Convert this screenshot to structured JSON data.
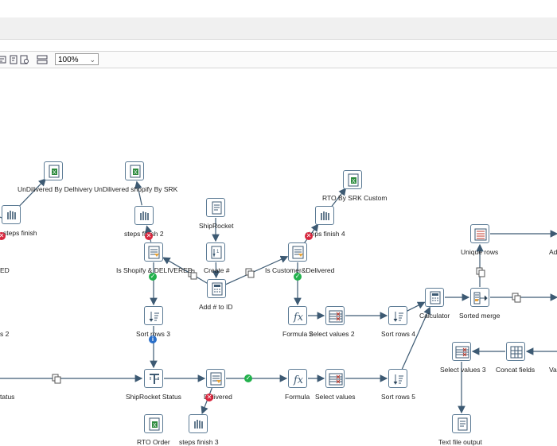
{
  "toolbar": {
    "zoom_value": "100%"
  },
  "steps": [
    {
      "id": "undelivered-delhivery",
      "label": "UnDilivered  By Delhivery",
      "icon": "excel-output-icon"
    },
    {
      "id": "undelivered-shopify-srk",
      "label": "UnDilivered shopify By SRK",
      "icon": "excel-output-icon"
    },
    {
      "id": "steps-finish-left",
      "label": "steps finish",
      "icon": "blocking-step-icon"
    },
    {
      "id": "steps-finish-2",
      "label": "steps finish 2",
      "icon": "blocking-step-icon"
    },
    {
      "id": "shiprocket",
      "label": "ShipRocket",
      "icon": "file-input-icon"
    },
    {
      "id": "rto-srk-custom",
      "label": "RTO By SRK Custom",
      "icon": "excel-output-icon"
    },
    {
      "id": "steps-finish-4",
      "label": "steps finish 4",
      "icon": "blocking-step-icon"
    },
    {
      "id": "is-shopify-delivered",
      "label": "Is Shopify & DELIVERED",
      "icon": "filter-rows-icon"
    },
    {
      "id": "create-hash",
      "label": "Create #",
      "icon": "add-sequence-icon"
    },
    {
      "id": "is-customer-delivered",
      "label": "Is Customer&Delivered",
      "icon": "filter-rows-icon"
    },
    {
      "id": "left-ed",
      "label": "ED",
      "icon": ""
    },
    {
      "id": "add-hash-to-id",
      "label": "Add # to ID",
      "icon": "calculator-icon"
    },
    {
      "id": "unique-rows",
      "label": "Unique rows",
      "icon": "unique-rows-icon"
    },
    {
      "id": "ad-right",
      "label": "Ad",
      "icon": ""
    },
    {
      "id": "sort-rows-3",
      "label": "Sort rows 3",
      "icon": "sort-rows-icon"
    },
    {
      "id": "formula-2",
      "label": "Formula 2",
      "icon": "formula-icon"
    },
    {
      "id": "select-values-2",
      "label": "Select values 2",
      "icon": "select-values-icon"
    },
    {
      "id": "sort-rows-4",
      "label": "Sort rows 4",
      "icon": "sort-rows-icon"
    },
    {
      "id": "calculator",
      "label": "Calculator",
      "icon": "calculator-icon"
    },
    {
      "id": "sorted-merge",
      "label": "Sorted merge",
      "icon": "sorted-merge-icon"
    },
    {
      "id": "left-s2",
      "label": "s 2",
      "icon": ""
    },
    {
      "id": "select-values-3",
      "label": "Select values 3",
      "icon": "select-values-icon"
    },
    {
      "id": "concat-fields",
      "label": "Concat fields",
      "icon": "concat-fields-icon"
    },
    {
      "id": "va-right",
      "label": "Va",
      "icon": ""
    },
    {
      "id": "left-status",
      "label": "tatus",
      "icon": ""
    },
    {
      "id": "shiprocket-status",
      "label": "ShipRocket Status",
      "icon": "switch-case-icon"
    },
    {
      "id": "delivered",
      "label": "Delivered",
      "icon": "filter-rows-icon"
    },
    {
      "id": "formula",
      "label": "Formula",
      "icon": "formula-icon"
    },
    {
      "id": "select-values",
      "label": "Select values",
      "icon": "select-values-icon"
    },
    {
      "id": "sort-rows-5",
      "label": "Sort rows 5",
      "icon": "sort-rows-icon"
    },
    {
      "id": "rto-order",
      "label": "RTO Order",
      "icon": "excel-output-icon"
    },
    {
      "id": "steps-finish-3",
      "label": "steps finish 3",
      "icon": "blocking-step-icon"
    },
    {
      "id": "text-file-output",
      "label": "Text file output",
      "icon": "text-file-output-icon"
    }
  ]
}
